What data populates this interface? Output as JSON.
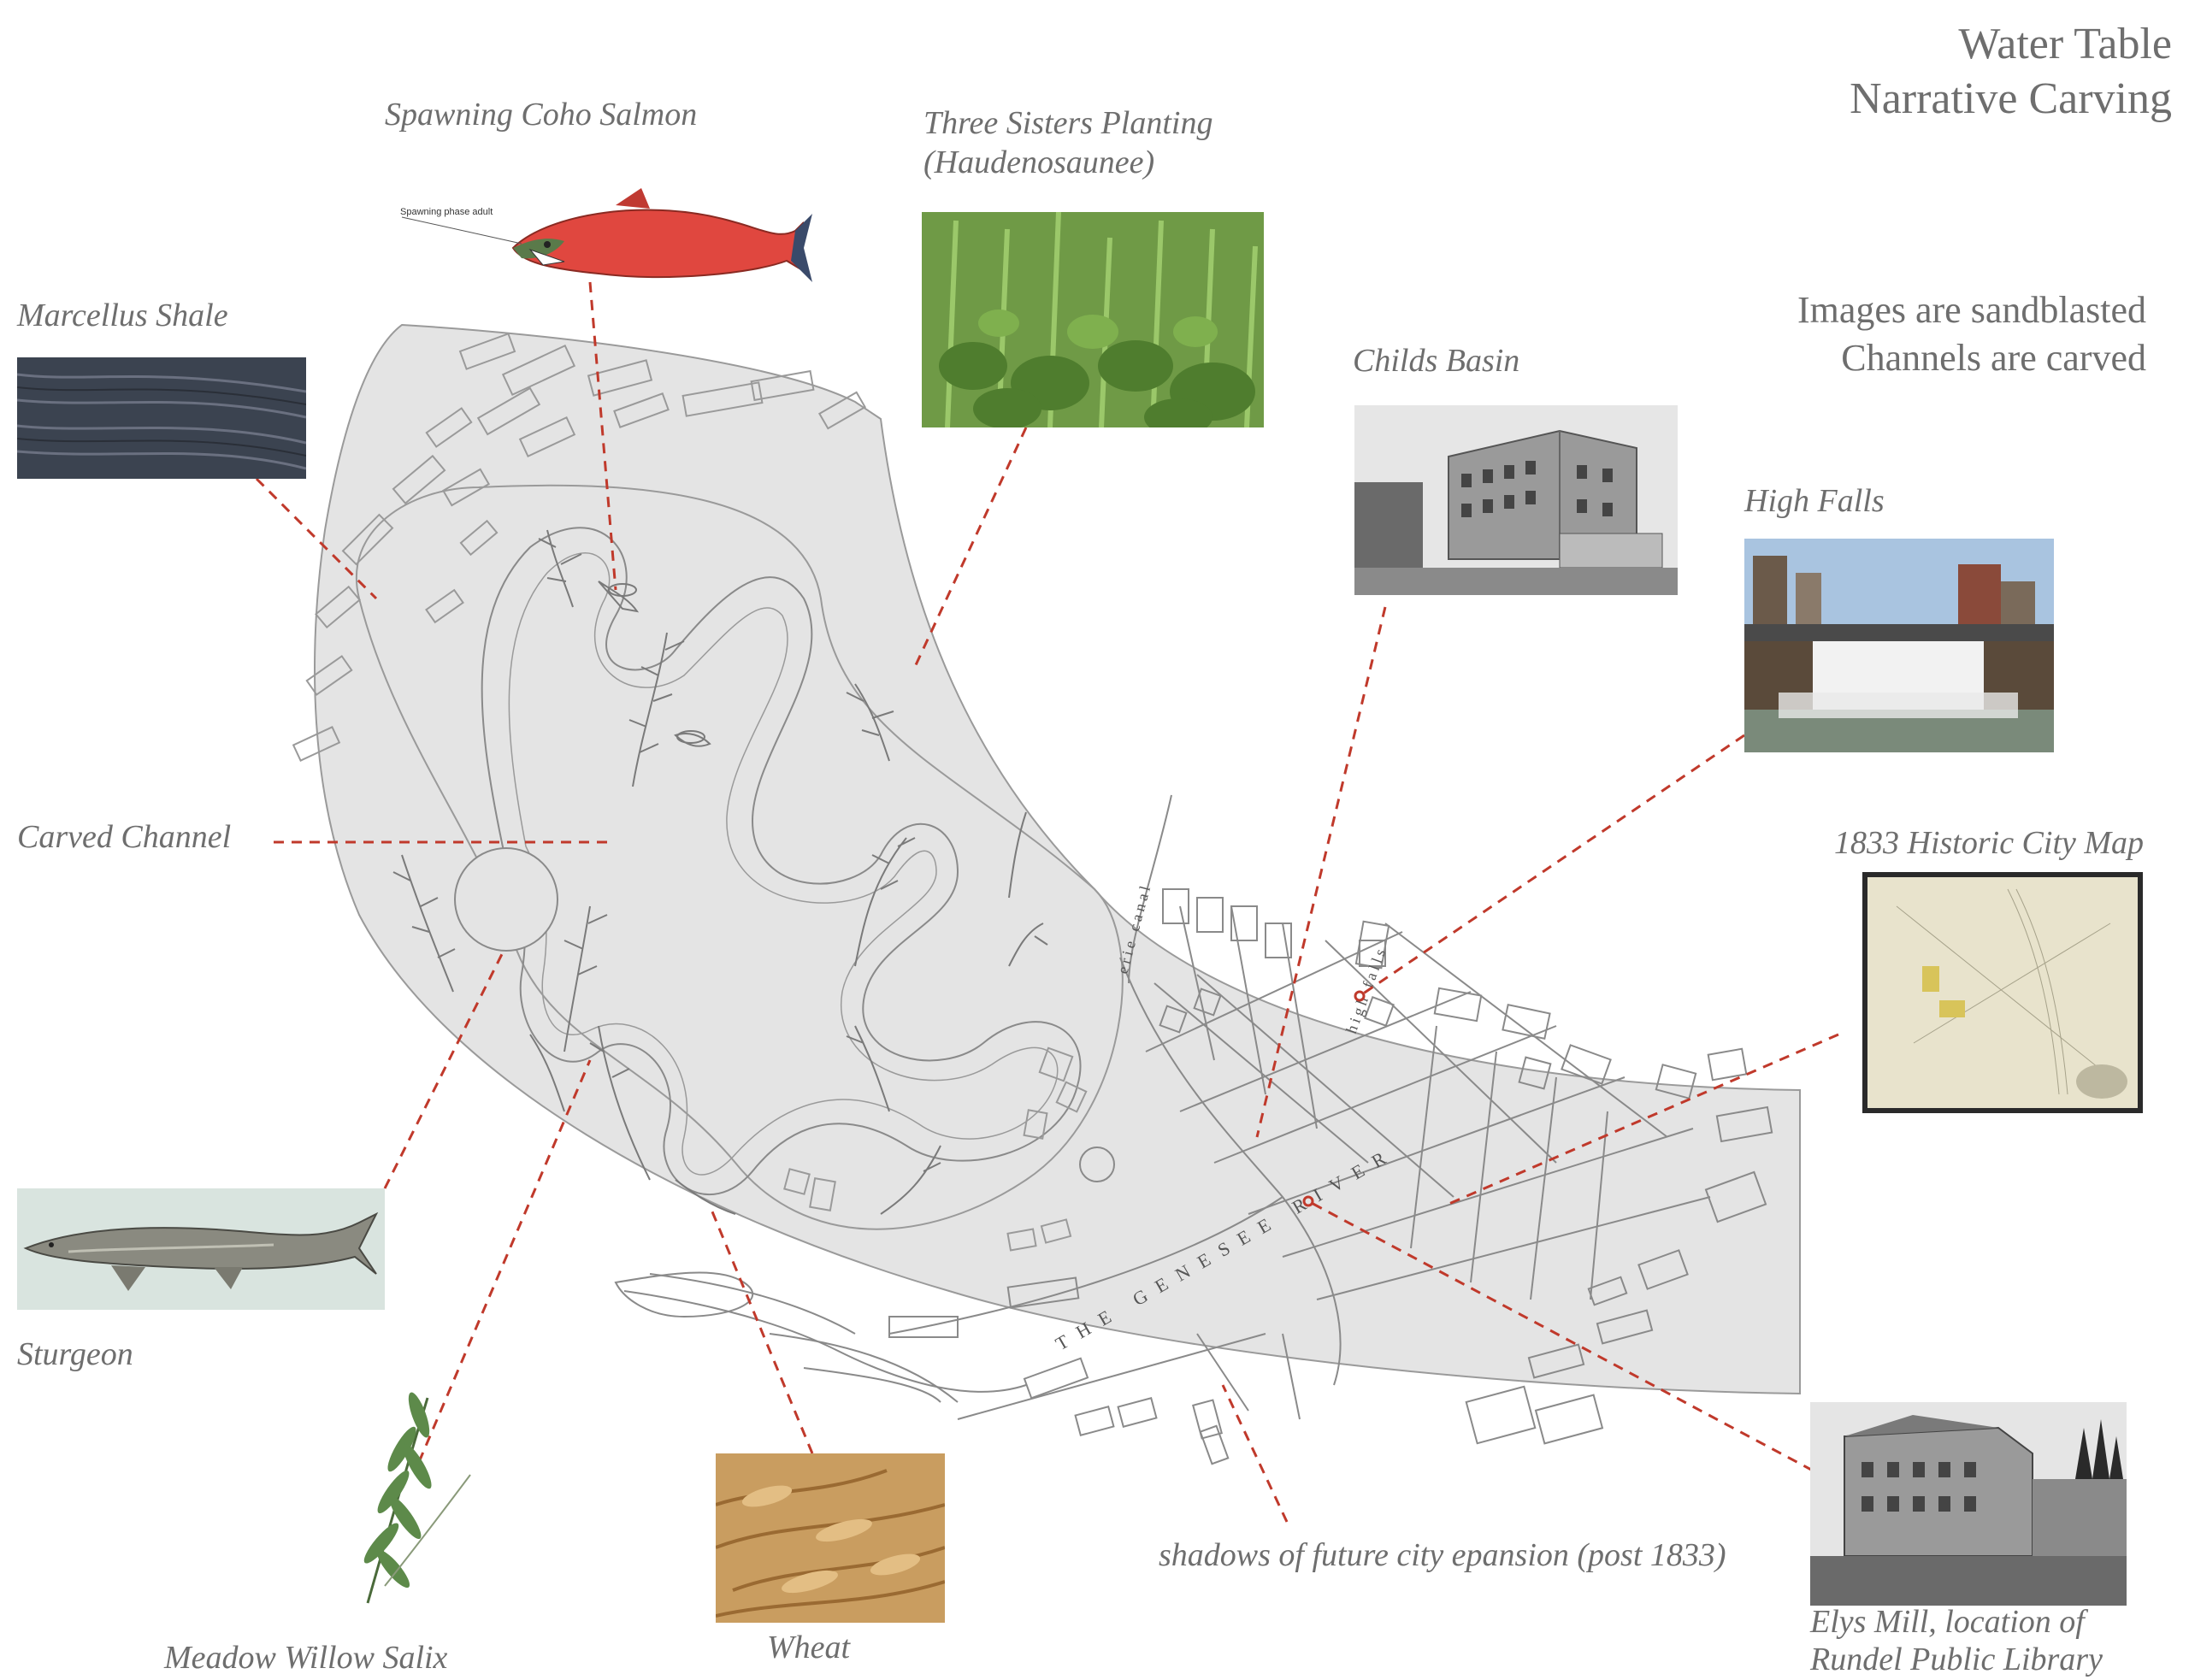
{
  "title": {
    "line1": "Water Table",
    "line2": "Narrative Carving"
  },
  "notes": {
    "line1": "Images are sandblasted",
    "line2": "Channels are carved"
  },
  "labels": {
    "coho": "Spawning Coho Salmon",
    "coho_caption": "Spawning phase adult",
    "three_sisters_1": "Three Sisters Planting",
    "three_sisters_2": "(Haudenosaunee)",
    "marcellus": "Marcellus Shale",
    "childs_basin": "Childs Basin",
    "high_falls": "High Falls",
    "carved_channel": "Carved Channel",
    "historic_map": "1833 Historic City Map",
    "sturgeon": "Sturgeon",
    "willow": "Meadow Willow Salix",
    "wheat": "Wheat",
    "shadows": "shadows of future city epansion (post 1833)",
    "elys_1": "Elys Mill, location of",
    "elys_2": "Rundel Public Library"
  },
  "map_text": {
    "river": "THE GENESEE RIVER",
    "erie_canal": "erie canal",
    "high_falls_small": "high falls"
  },
  "colors": {
    "leader": "#c0392b",
    "shape_fill": "#e3e3e3",
    "stroke": "#8a8a8a"
  }
}
